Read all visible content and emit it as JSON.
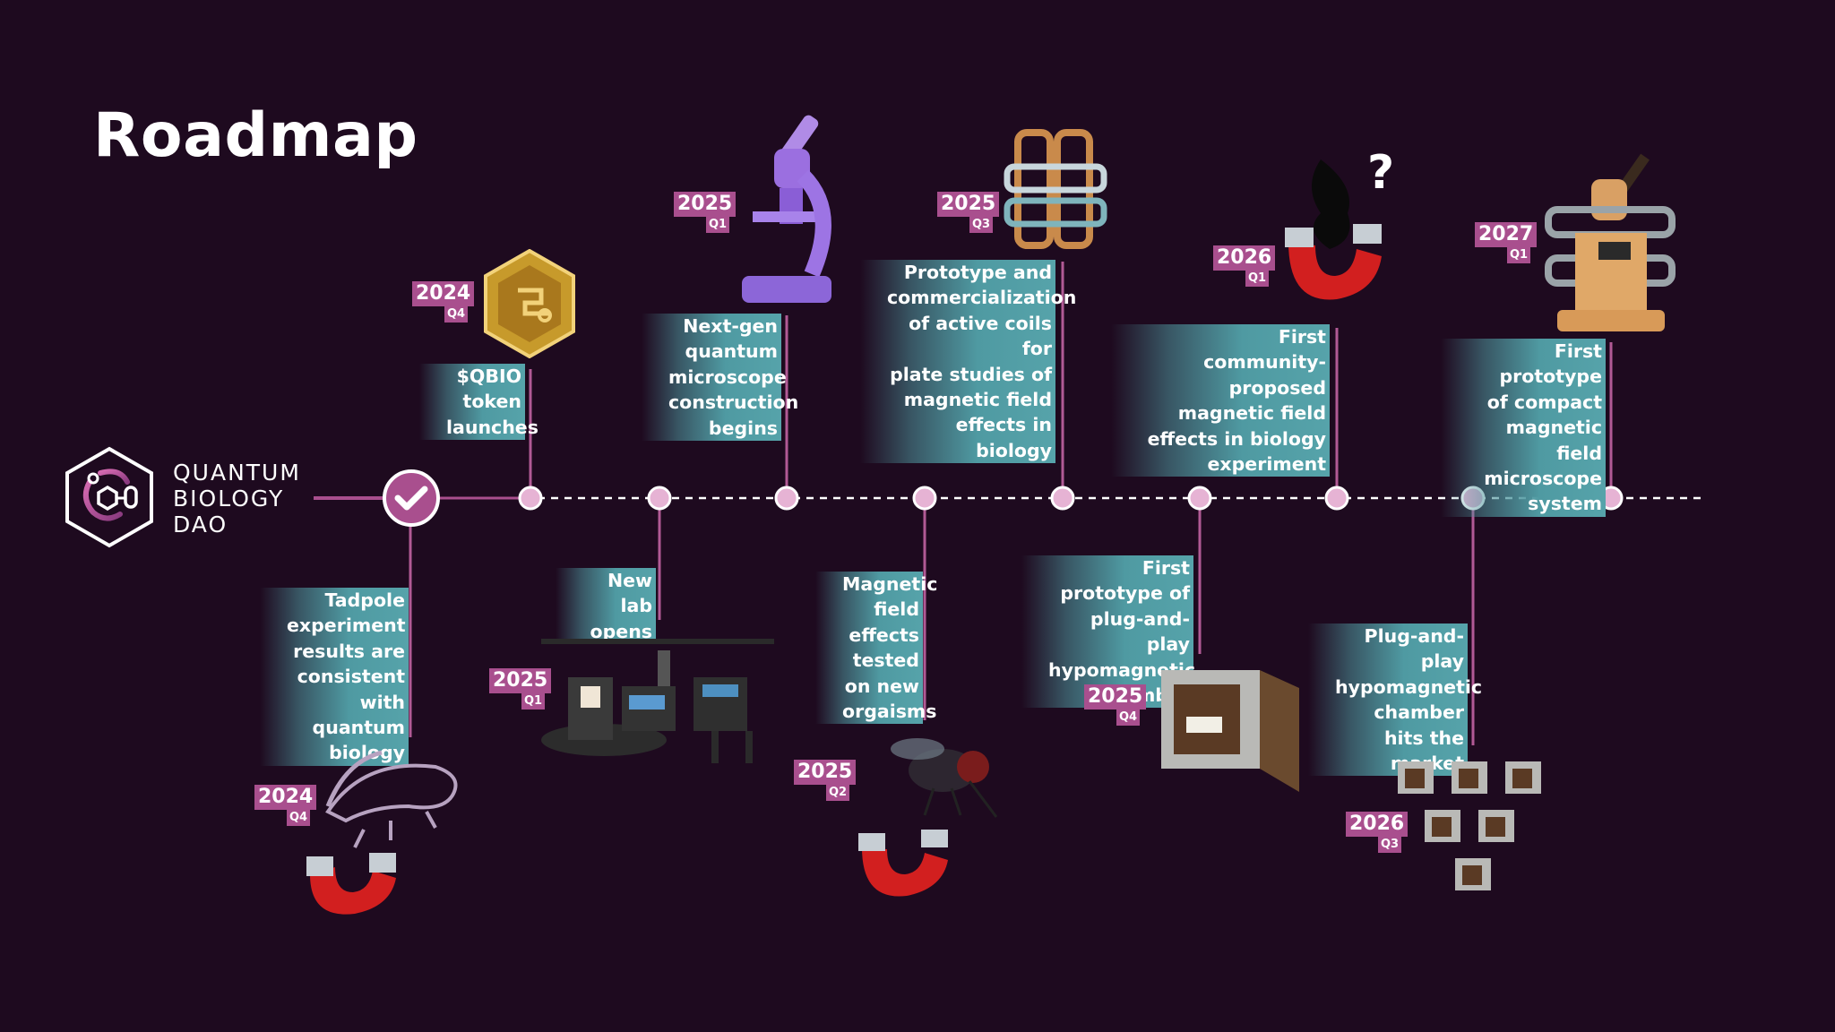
{
  "title": "Roadmap",
  "brand": {
    "line1": "QUANTUM",
    "line2": "BIOLOGY",
    "line3": "DAO"
  },
  "colors": {
    "background": "#1e0a1f",
    "accent": "#a94f8e",
    "node": "#e6b3d4",
    "teal": "#56a3aa"
  },
  "milestones": [
    {
      "year": "2024",
      "quarter": "Q4",
      "text": "Tadpole\nexperiment\nresults are\nconsistent\nwith quantum\nbiology",
      "status": "completed",
      "icon": "tadpole-magnet-icon"
    },
    {
      "year": "2024",
      "quarter": "Q4",
      "text": "$QBIO\ntoken\nlaunches",
      "icon": "token-coin-icon"
    },
    {
      "year": "2025",
      "quarter": "Q1",
      "text": "New lab\nopens",
      "icon": "lab-equipment-icon"
    },
    {
      "year": "2025",
      "quarter": "Q1",
      "text": "Next-gen\nquantum\nmicroscope\nconstruction\nbegins",
      "icon": "microscope-icon"
    },
    {
      "year": "2025",
      "quarter": "Q2",
      "text": "Magnetic\nfield\neffects\ntested\non new\norgaisms",
      "icon": "fly-magnet-icon"
    },
    {
      "year": "2025",
      "quarter": "Q3",
      "text": "Prototype and\ncommercialization\nof active coils for\nplate studies of\nmagnetic field\neffects in biology",
      "icon": "coils-icon"
    },
    {
      "year": "2025",
      "quarter": "Q4",
      "text": "First prototype of\nplug-and-play\nhypomagnetic\nchamber",
      "icon": "chamber-box-icon"
    },
    {
      "year": "2026",
      "quarter": "Q1",
      "text": "First\ncommunity-proposed\nmagnetic field\neffects in biology\nexperiment",
      "icon": "mystery-magnet-icon"
    },
    {
      "year": "2026",
      "quarter": "Q3",
      "text": "Plug-and-play\nhypomagnetic\nchamber\nhits the\nmarket",
      "icon": "chambers-grid-icon"
    },
    {
      "year": "2027",
      "quarter": "Q1",
      "text": "First prototype\nof compact\nmagnetic field\nmicroscope\nsystem",
      "icon": "compact-microscope-icon"
    }
  ]
}
